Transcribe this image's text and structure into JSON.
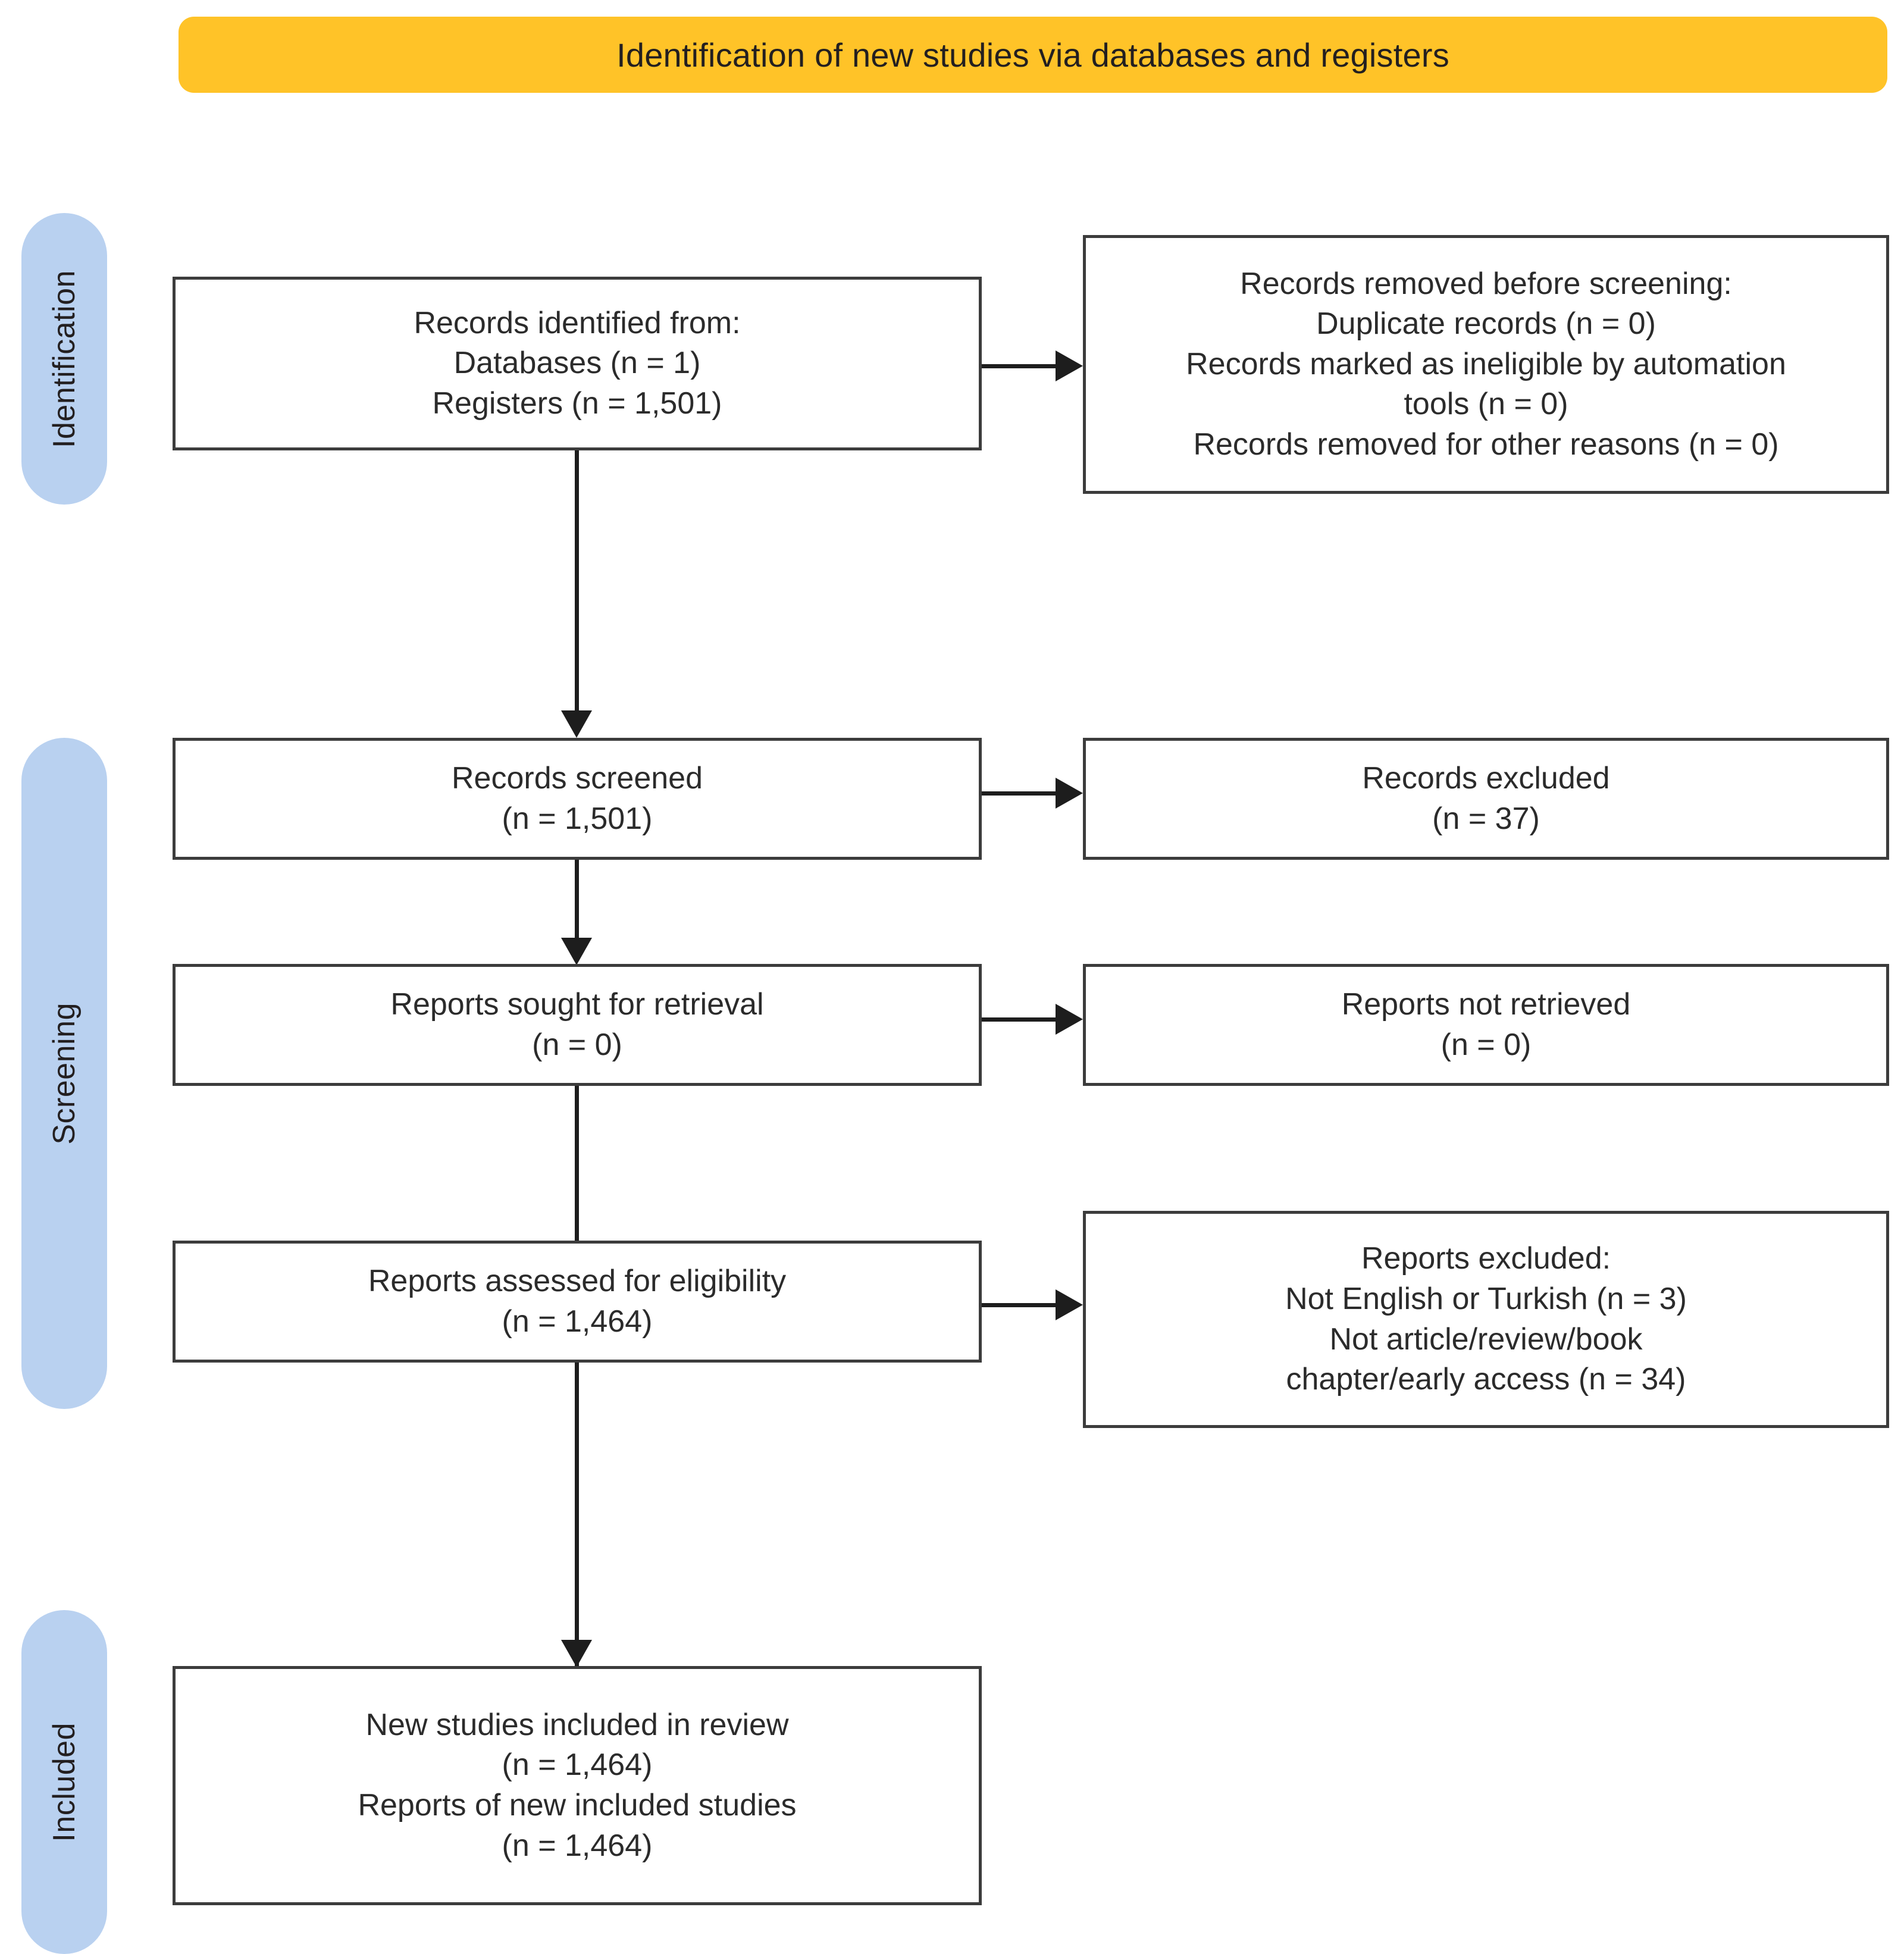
{
  "banner": {
    "title": "Identification of new studies via databases and registers",
    "background_color": "#ffc328",
    "text_color": "#231f20"
  },
  "stages": [
    {
      "label": "Identification",
      "color": "#b9d1f0"
    },
    {
      "label": "Screening",
      "color": "#b9d1f0"
    },
    {
      "label": "Included",
      "color": "#b9d1f0"
    }
  ],
  "boxes": {
    "identified": {
      "text": "Records identified from:\nDatabases (n = 1)\nRegisters (n = 1,501)"
    },
    "removed_before_screening": {
      "text": "Records removed before screening:\nDuplicate records (n = 0)\nRecords marked as ineligible by automation\ntools (n = 0)\nRecords removed for other reasons (n = 0)"
    },
    "records_screened": {
      "text": "Records screened\n(n = 1,501)"
    },
    "records_excluded": {
      "text": "Records excluded\n(n = 37)"
    },
    "reports_sought": {
      "text": "Reports sought for retrieval\n(n = 0)"
    },
    "reports_not_retrieved": {
      "text": "Reports not retrieved\n(n = 0)"
    },
    "reports_assessed": {
      "text": "Reports assessed for eligibility\n(n = 1,464)"
    },
    "reports_excluded": {
      "text": "Reports excluded:\nNot English or Turkish (n = 3)\nNot article/review/book\nchapter/early access (n = 34)"
    },
    "included_studies": {
      "text": "New studies included in review\n(n = 1,464)\nReports of new included studies\n(n = 1,464)"
    }
  },
  "chart_data": {
    "type": "diagram",
    "title": "Identification of new studies via databases and registers",
    "diagram_kind": "PRISMA 2020 flow diagram",
    "stages": [
      "Identification",
      "Screening",
      "Included"
    ],
    "nodes": [
      {
        "id": "identified",
        "stage": "Identification",
        "column": "left",
        "label": "Records identified from:",
        "counts": {
          "Databases": 1,
          "Registers": 1501
        }
      },
      {
        "id": "removed_before_screening",
        "stage": "Identification",
        "column": "right",
        "label": "Records removed before screening:",
        "counts": {
          "Duplicate records": 0,
          "Records marked as ineligible by automation tools": 0,
          "Records removed for other reasons": 0
        }
      },
      {
        "id": "records_screened",
        "stage": "Screening",
        "column": "left",
        "label": "Records screened",
        "counts": {
          "n": 1501
        }
      },
      {
        "id": "records_excluded",
        "stage": "Screening",
        "column": "right",
        "label": "Records excluded",
        "counts": {
          "n": 37
        }
      },
      {
        "id": "reports_sought",
        "stage": "Screening",
        "column": "left",
        "label": "Reports sought for retrieval",
        "counts": {
          "n": 0
        }
      },
      {
        "id": "reports_not_retrieved",
        "stage": "Screening",
        "column": "right",
        "label": "Reports not retrieved",
        "counts": {
          "n": 0
        }
      },
      {
        "id": "reports_assessed",
        "stage": "Screening",
        "column": "left",
        "label": "Reports assessed for eligibility",
        "counts": {
          "n": 1464
        }
      },
      {
        "id": "reports_excluded",
        "stage": "Screening",
        "column": "right",
        "label": "Reports excluded:",
        "counts": {
          "Not English or Turkish": 3,
          "Not article/review/book chapter/early access": 34
        }
      },
      {
        "id": "included_studies",
        "stage": "Included",
        "column": "left",
        "label": "New studies included in review",
        "counts": {
          "New studies included in review": 1464,
          "Reports of new included studies": 1464
        }
      }
    ],
    "edges": [
      {
        "from": "identified",
        "to": "removed_before_screening",
        "direction": "right"
      },
      {
        "from": "identified",
        "to": "records_screened",
        "direction": "down"
      },
      {
        "from": "records_screened",
        "to": "records_excluded",
        "direction": "right"
      },
      {
        "from": "records_screened",
        "to": "reports_sought",
        "direction": "down"
      },
      {
        "from": "reports_sought",
        "to": "reports_not_retrieved",
        "direction": "right"
      },
      {
        "from": "reports_sought",
        "to": "reports_assessed",
        "direction": "down"
      },
      {
        "from": "reports_assessed",
        "to": "reports_excluded",
        "direction": "right"
      },
      {
        "from": "reports_assessed",
        "to": "included_studies",
        "direction": "down"
      }
    ]
  }
}
